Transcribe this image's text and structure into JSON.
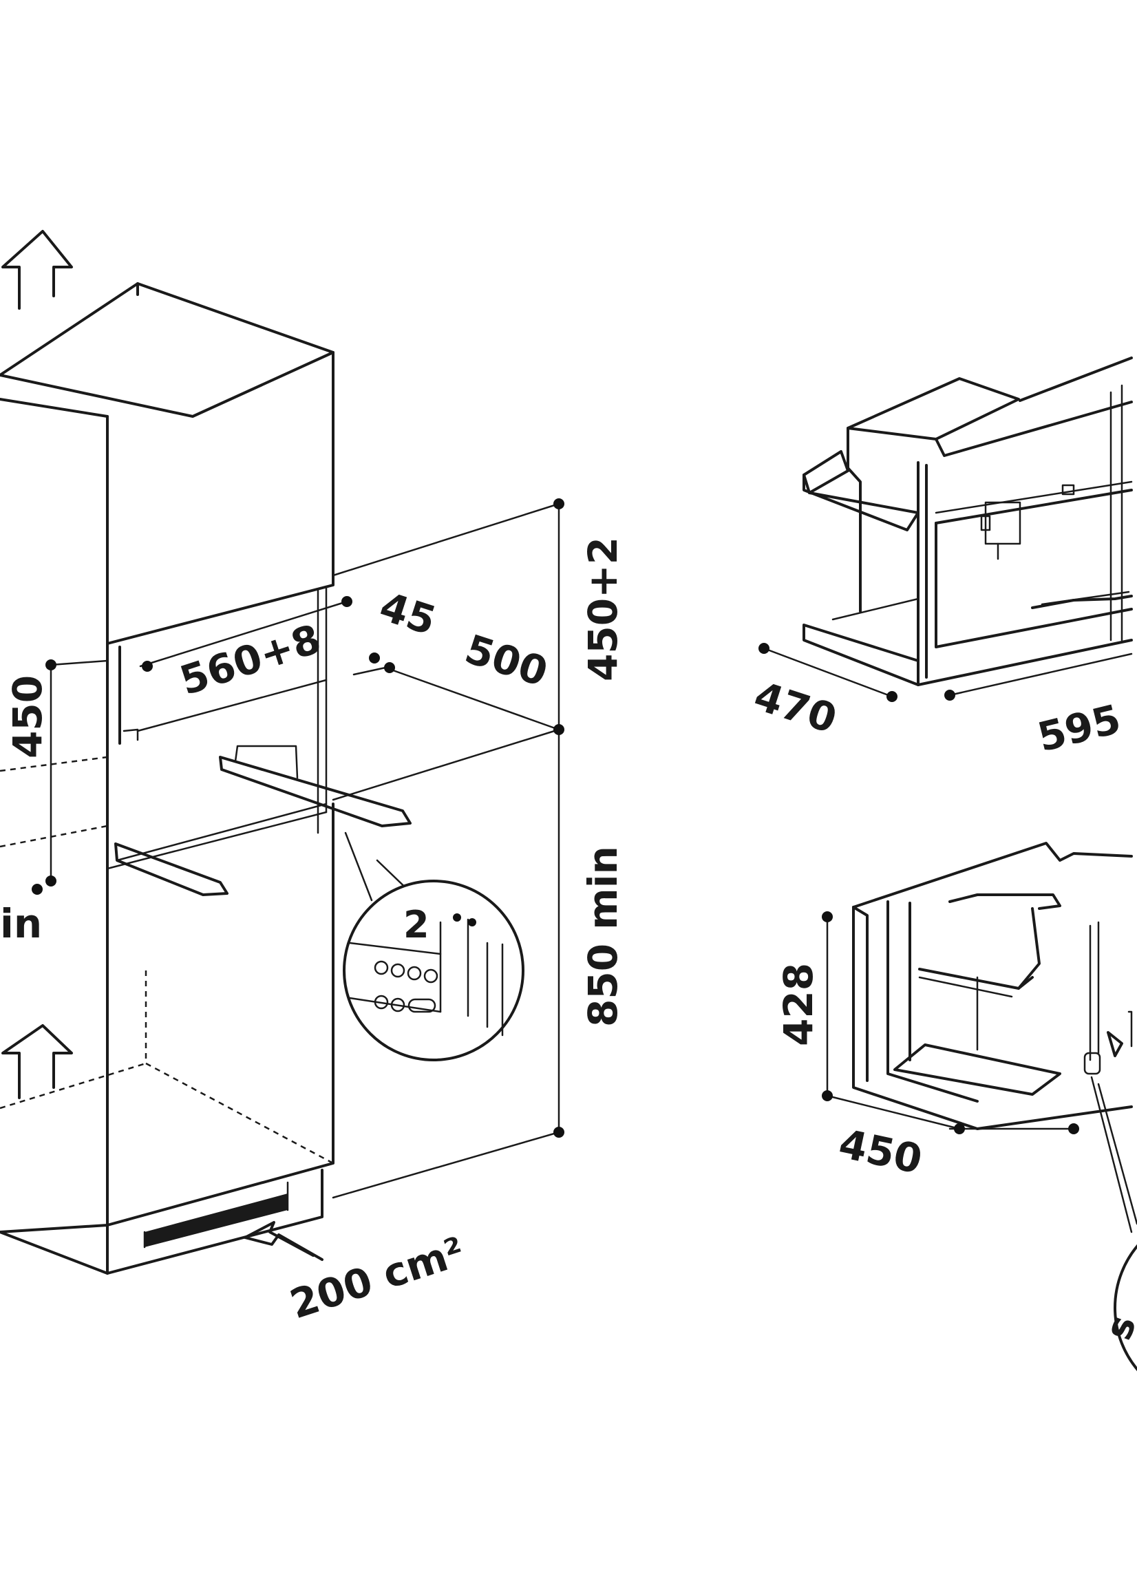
{
  "labels": {
    "dim_560_8": "560+8",
    "dim_45": "45",
    "dim_500": "500",
    "dim_450_2": "450+2",
    "dim_450_left": "450",
    "dim_min_left": "in",
    "dim_850_min": "850 min",
    "dim_2": "2",
    "dim_200cm2": "200 cm²",
    "dim_470": "470",
    "dim_595": "595",
    "dim_428": "428",
    "dim_450_lower": "450",
    "dim_cut_edge": "s"
  },
  "colors": {
    "line": "#1a1a1a",
    "background": "#ffffff"
  }
}
